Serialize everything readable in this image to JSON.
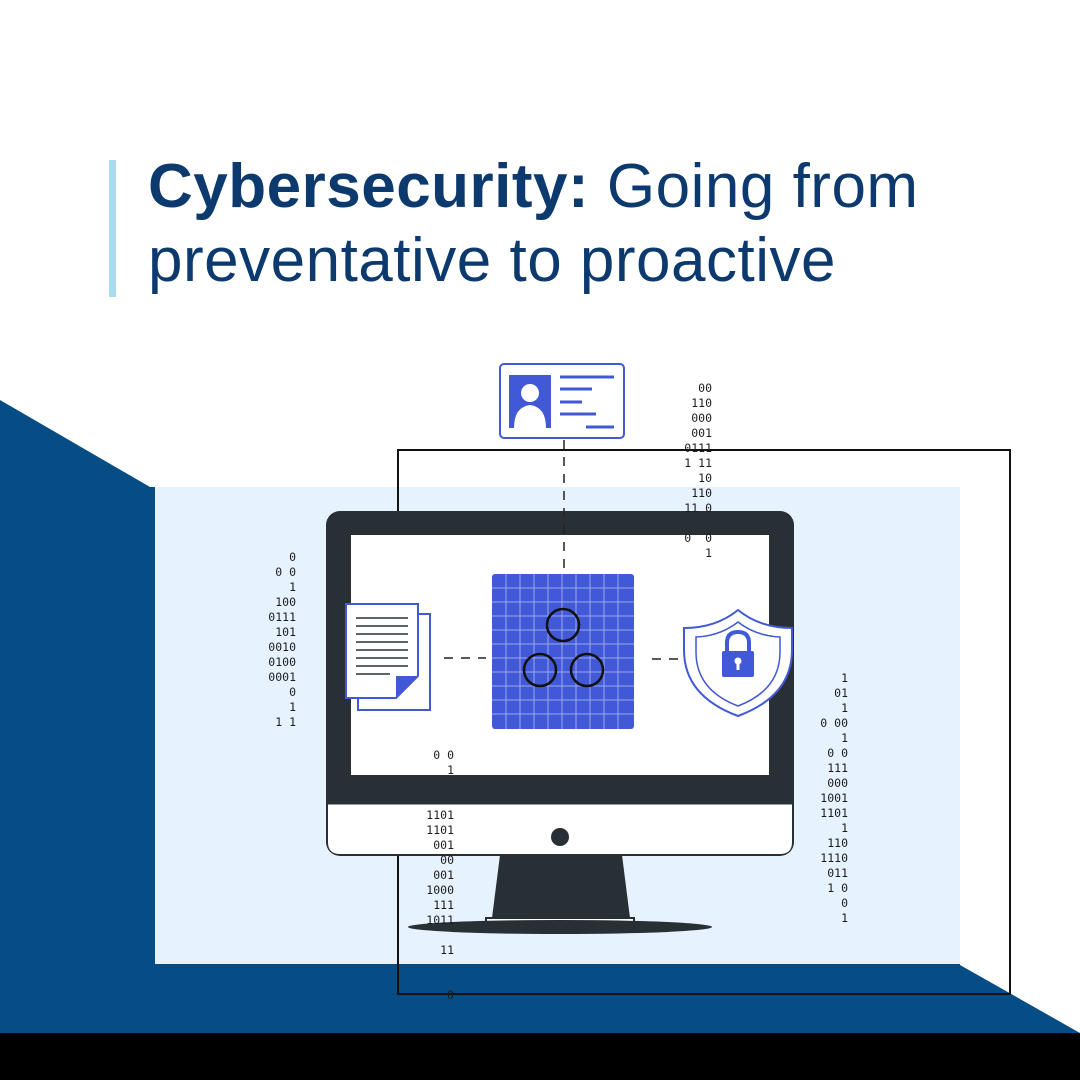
{
  "title": {
    "bold": "Cybersecurity:",
    "rest_line1": " Going from",
    "line2": "preventative to proactive"
  },
  "colors": {
    "navy": "#064d86",
    "title_text": "#0d3a6e",
    "accent_bar": "#a9daf2",
    "panel_light": "#e6f2fd",
    "monitor_dark": "#283035",
    "accent_blue": "#4159d6",
    "footer": "#000000"
  },
  "icons": {
    "id_card": "id-card-icon",
    "document": "document-icon",
    "shield": "shield-lock-icon",
    "grid": "network-grid-icon"
  },
  "binary": {
    "top": [
      "00",
      "110",
      "000",
      "001",
      "0111",
      "1 11",
      "10",
      "110",
      "11 0",
      "",
      "0  0",
      "1"
    ],
    "left": [
      "0",
      "0 0",
      "1",
      "100",
      "0111",
      "101",
      "0010",
      "0100",
      "0001",
      "0",
      "1",
      "1 1"
    ],
    "right": [
      "1",
      "01",
      "1",
      "0 00",
      "1",
      "0 0",
      "111",
      "000",
      "1001",
      "1101",
      "1",
      "110",
      "1110",
      "011",
      "1 0",
      "0",
      "1"
    ],
    "bottom": [
      "0 0",
      "1",
      "",
      "",
      "1101",
      "1101",
      "001",
      "00",
      "001",
      "1000",
      "111",
      "1011",
      "",
      "11",
      "",
      "",
      "0"
    ]
  }
}
